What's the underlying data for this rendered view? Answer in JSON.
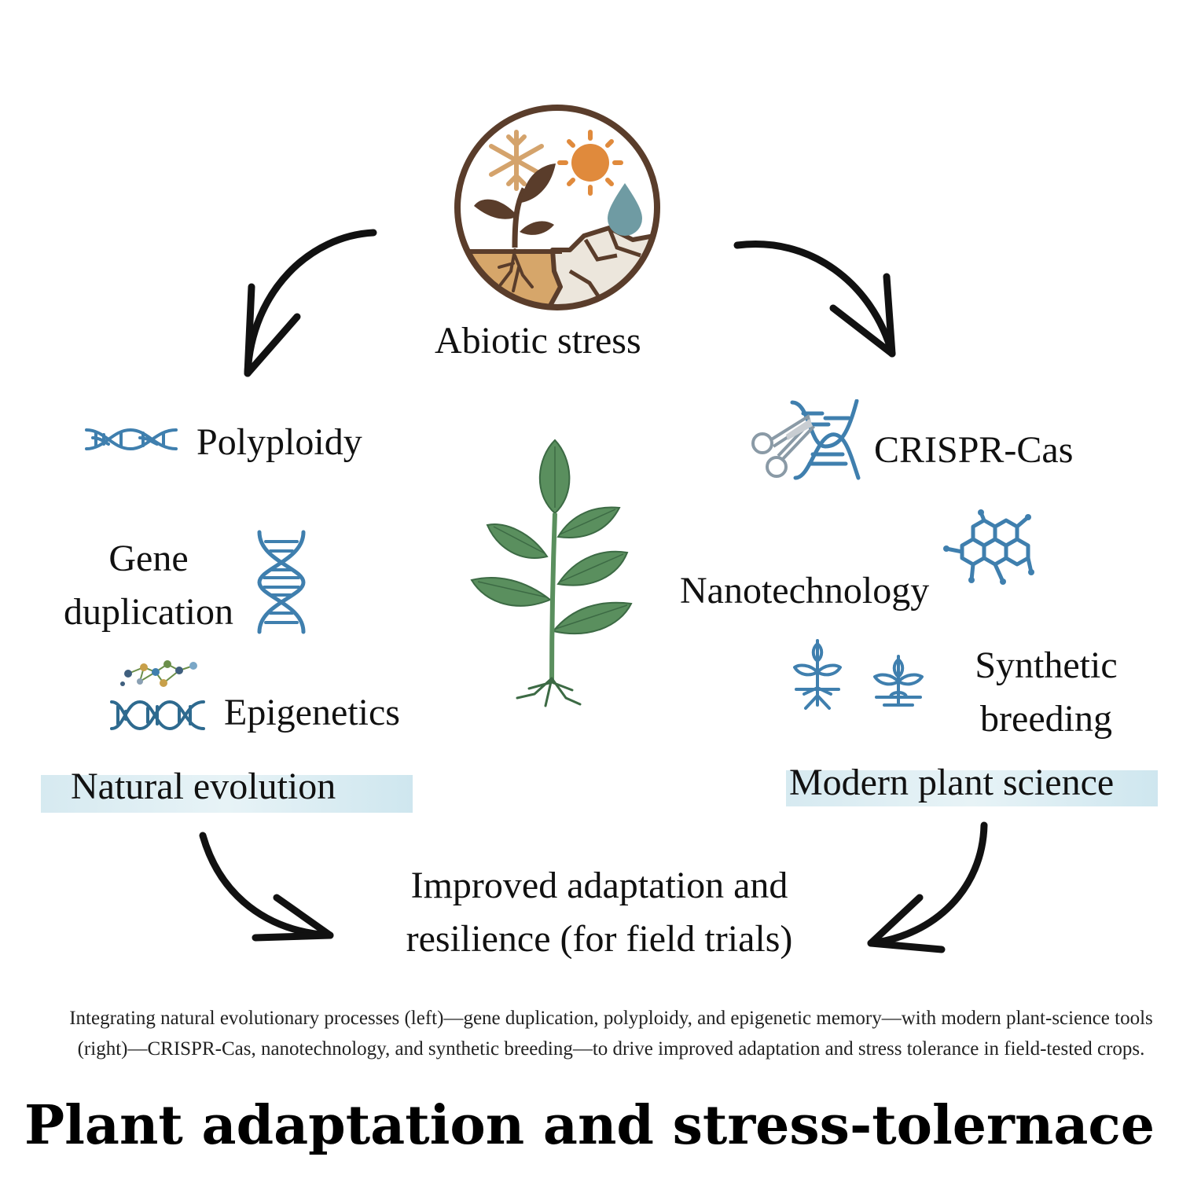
{
  "center": {
    "label": "Abiotic stress"
  },
  "left": {
    "items": [
      "Polyploidy",
      "Gene duplication",
      "Epigenetics"
    ],
    "gene_line1": "Gene",
    "gene_line2": "duplication",
    "group": "Natural evolution"
  },
  "right": {
    "items": [
      "CRISPR-Cas",
      "Nanotechnology",
      "Synthetic breeding"
    ],
    "synth_line1": "Synthetic",
    "synth_line2": "breeding",
    "group": "Modern plant science"
  },
  "outcome": {
    "line1": "Improved adaptation and",
    "line2": "resilience (for field trials)"
  },
  "caption": "Integrating natural evolutionary processes (left)—gene duplication, polyploidy, and epigenetic memory—with modern plant-science tools (right)—CRISPR-Cas, nanotechnology, and synthetic breeding—to drive improved adaptation and stress tolerance in field-tested crops.",
  "title": "Plant adaptation and stress-tolernace",
  "colors": {
    "icon_blue": "#3f7fae",
    "leaf_green": "#5a8f5e",
    "brown": "#5a3d2b",
    "sun": "#e08a3c",
    "highlight": "#cfe6ee"
  }
}
